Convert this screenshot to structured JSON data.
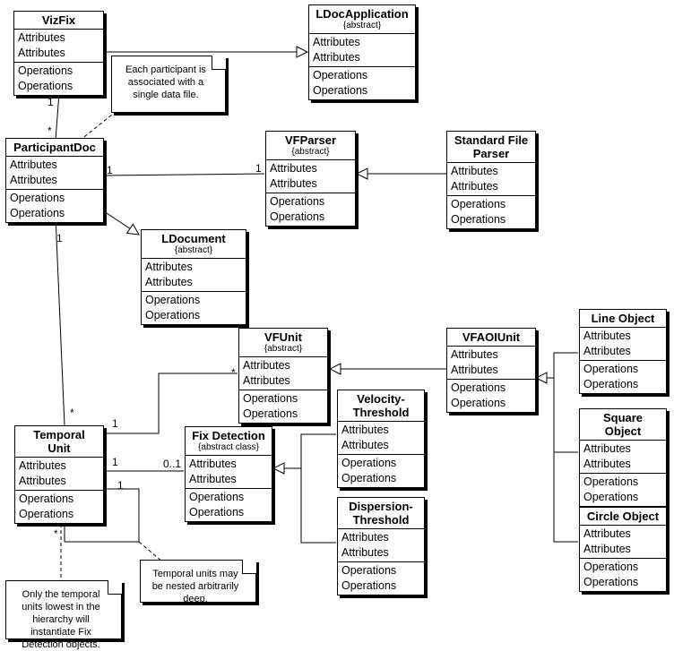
{
  "classes": {
    "vizfix": {
      "name": "VizFix",
      "stereotype": "",
      "attributes": [
        "Attributes",
        "Attributes"
      ],
      "operations": [
        "Operations",
        "Operations"
      ]
    },
    "ldocapplication": {
      "name": "LDocApplication",
      "stereotype": "{abstract}",
      "attributes": [
        "Attributes",
        "Attributes"
      ],
      "operations": [
        "Operations",
        "Operations"
      ]
    },
    "participantdoc": {
      "name": "ParticipantDoc",
      "stereotype": "",
      "attributes": [
        "Attributes",
        "Attributes"
      ],
      "operations": [
        "Operations",
        "Operations"
      ]
    },
    "vfparser": {
      "name": "VFParser",
      "stereotype": "{abstract}",
      "attributes": [
        "Attributes",
        "Attributes"
      ],
      "operations": [
        "Operations",
        "Operations"
      ]
    },
    "standardfileparser": {
      "name": "Standard File Parser",
      "stereotype": "",
      "attributes": [
        "Attributes",
        "Attributes"
      ],
      "operations": [
        "Operations",
        "Operations"
      ]
    },
    "ldocument": {
      "name": "LDocument",
      "stereotype": "{abstract}",
      "attributes": [
        "Attributes",
        "Attributes"
      ],
      "operations": [
        "Operations",
        "Operations"
      ]
    },
    "vfunit": {
      "name": "VFUnit",
      "stereotype": "{abstract}",
      "attributes": [
        "Attributes",
        "Attributes"
      ],
      "operations": [
        "Operations",
        "Operations"
      ]
    },
    "vfaoiunit": {
      "name": "VFAOIUnit",
      "stereotype": "",
      "attributes": [
        "Attributes",
        "Attributes"
      ],
      "operations": [
        "Operations",
        "Operations"
      ]
    },
    "lineobject": {
      "name": "Line Object",
      "stereotype": "",
      "attributes": [
        "Attributes",
        "Attributes"
      ],
      "operations": [
        "Operations",
        "Operations"
      ]
    },
    "squareobject": {
      "name": "Square Object",
      "stereotype": "",
      "attributes": [
        "Attributes",
        "Attributes"
      ],
      "operations": [
        "Operations",
        "Operations"
      ]
    },
    "circleobject": {
      "name": "Circle Object",
      "stereotype": "",
      "attributes": [
        "Attributes",
        "Attributes"
      ],
      "operations": [
        "Operations",
        "Operations"
      ]
    },
    "temporalunit": {
      "name": "Temporal Unit",
      "stereotype": "",
      "attributes": [
        "Attributes",
        "Attributes"
      ],
      "operations": [
        "Operations",
        "Operations"
      ]
    },
    "fixdetection": {
      "name": "Fix Detection",
      "stereotype": "{abstract class}",
      "attributes": [
        "Attributes",
        "Attributes"
      ],
      "operations": [
        "Operations",
        "Operations"
      ]
    },
    "velocitythreshold": {
      "name": "Velocity-Threshold",
      "stereotype": "",
      "attributes": [
        "Attributes",
        "Attributes"
      ],
      "operations": [
        "Operations",
        "Operations"
      ]
    },
    "dispersionthreshold": {
      "name": "Dispersion-Threshold",
      "stereotype": "",
      "attributes": [
        "Attributes",
        "Attributes"
      ],
      "operations": [
        "Operations",
        "Operations"
      ]
    }
  },
  "notes": {
    "participant_file": "Each participant is associated with a single data file.",
    "nested": "Temporal units may be nested arbitrarily deep.",
    "lowest": "Only the temporal units lowest in the hierarchy will instantiate Fix Detection objects."
  },
  "multiplicities": {
    "vizfix_one": "1",
    "participantdoc_many": "*",
    "participantdoc_parser_one": "1",
    "vfparser_one": "1",
    "participantdoc_temporal_one": "1",
    "temporalunit_many": "*",
    "temporalunit_vfunit_one": "1",
    "vfunit_many": "*",
    "temporalunit_fix_one": "1",
    "fixdetection_range": "0..1",
    "temporalunit_self_one": "1",
    "temporalunit_self_many": "*"
  }
}
